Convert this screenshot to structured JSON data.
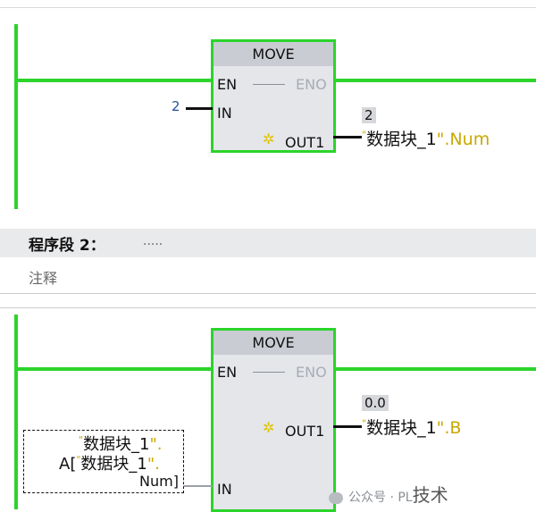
{
  "network1": {
    "block_title": "MOVE",
    "en": "EN",
    "eno": "ENO",
    "in": "IN",
    "out1": "OUT1",
    "in_value": "2",
    "out_value": "2",
    "out_prefix": "\"",
    "out_var_name": "数据块_1",
    "out_suffix": "\".Num"
  },
  "network2": {
    "header_label": "程序段 2：",
    "header_dots": ".....",
    "comment": "注释",
    "block_title": "MOVE",
    "en": "EN",
    "eno": "ENO",
    "in": "IN",
    "out1": "OUT1",
    "out_value": "0.0",
    "out_prefix": "\"",
    "out_var_name": "数据块_1",
    "out_suffix": "\".B",
    "in_line1_q": "\"",
    "in_line1_name": "数据块_1",
    "in_line1_end": "\".",
    "in_line2_a": "A[",
    "in_line2_q": "\"",
    "in_line2_name": "数据块_1",
    "in_line2_end": "\".",
    "in_line3": "Num]"
  },
  "watermark": {
    "text": "公众号 · PL",
    "tail": "技术"
  },
  "colors": {
    "wire_green": "#2bd42b",
    "block_fill": "#e4e6ea",
    "constant_blue": "#24529a",
    "string_quote": "#c8a800"
  },
  "icons": [
    "star-icon",
    "wechat-icon"
  ]
}
